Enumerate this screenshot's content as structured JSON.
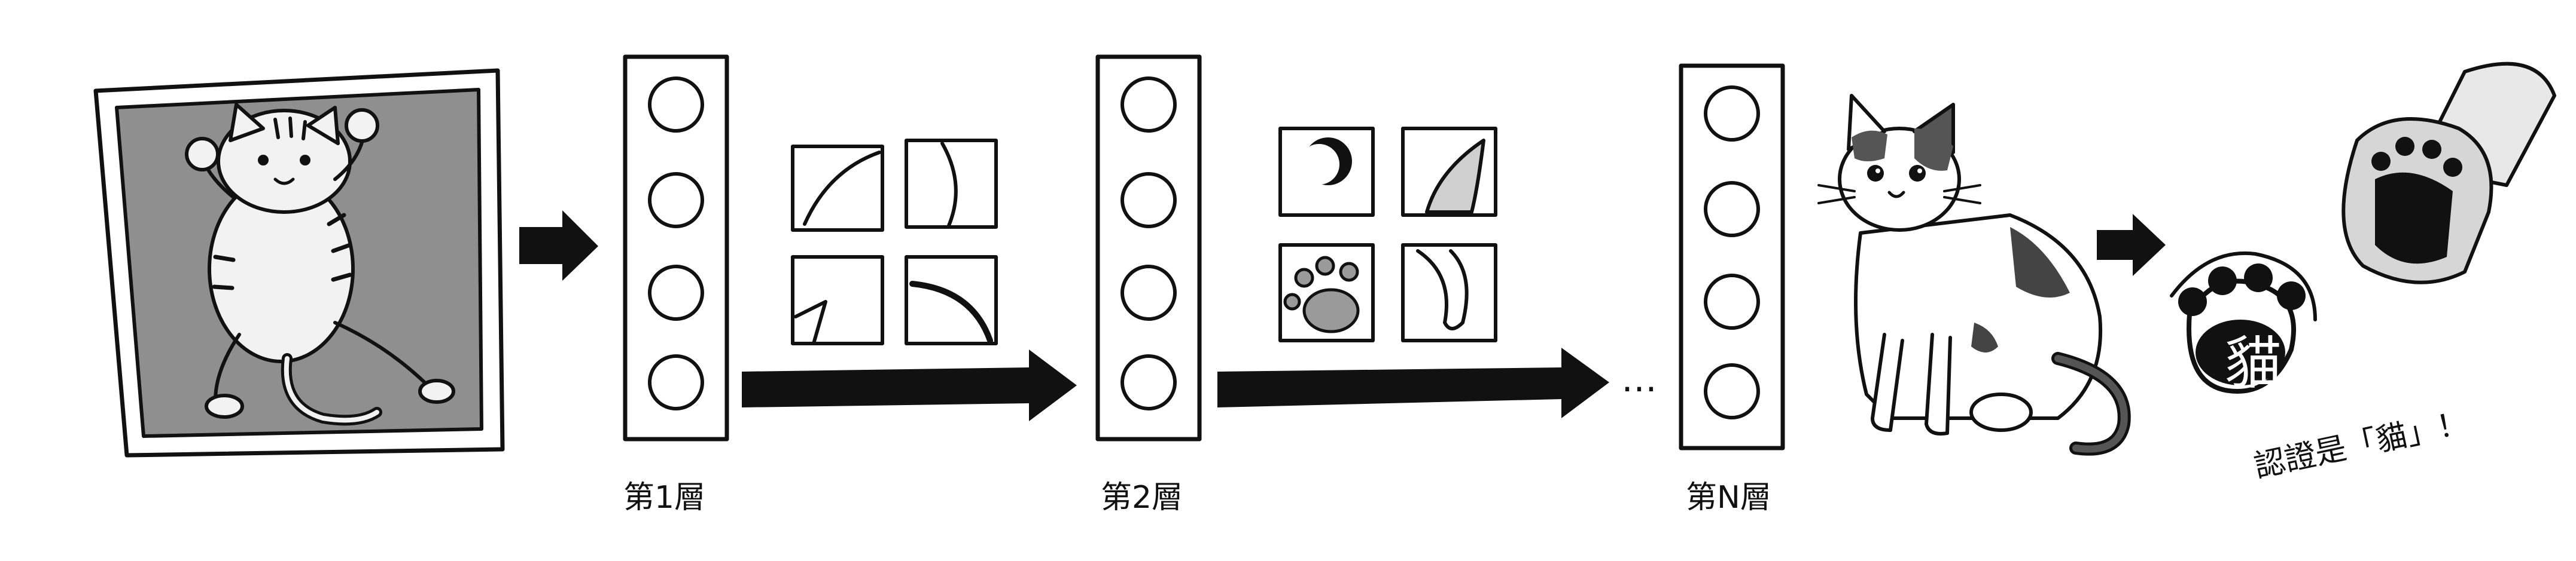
{
  "layers": [
    {
      "label": "第1層"
    },
    {
      "label": "第2層"
    },
    {
      "label": "第N層"
    }
  ],
  "ellipsis": "…",
  "conclusion": "認證是「貓」！",
  "stamp_text": "貓。",
  "icons": {
    "input": "striped-cat-photo-icon",
    "output": "sitting-calico-cat-icon",
    "stamp": "paw-stamp-icon"
  },
  "colors": {
    "ink": "#111111",
    "photo_bg": "#8f8f8f",
    "paper": "#ffffff"
  }
}
